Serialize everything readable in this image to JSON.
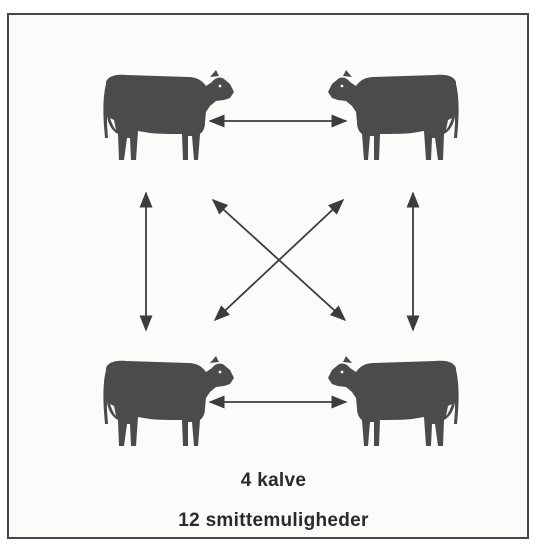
{
  "figure": {
    "caption_line1": "4 kalve",
    "caption_line2": "12 smittemuligheder",
    "subjects": [
      {
        "id": "calf-top-left",
        "facing": "right"
      },
      {
        "id": "calf-top-right",
        "facing": "left"
      },
      {
        "id": "calf-bottom-left",
        "facing": "right"
      },
      {
        "id": "calf-bottom-right",
        "facing": "left"
      }
    ],
    "connections": [
      {
        "from": "calf-top-left",
        "to": "calf-top-right",
        "type": "double-arrow"
      },
      {
        "from": "calf-bottom-left",
        "to": "calf-bottom-right",
        "type": "double-arrow"
      },
      {
        "from": "calf-top-left",
        "to": "calf-bottom-left",
        "type": "double-arrow"
      },
      {
        "from": "calf-top-right",
        "to": "calf-bottom-right",
        "type": "double-arrow"
      },
      {
        "from": "calf-top-left",
        "to": "calf-bottom-right",
        "type": "double-arrow"
      },
      {
        "from": "calf-top-right",
        "to": "calf-bottom-left",
        "type": "double-arrow"
      }
    ],
    "colors": {
      "ink": "#4a4a4a",
      "arrow": "#3c3c3c",
      "background": "#fbfbf9",
      "border": "#454545"
    }
  }
}
